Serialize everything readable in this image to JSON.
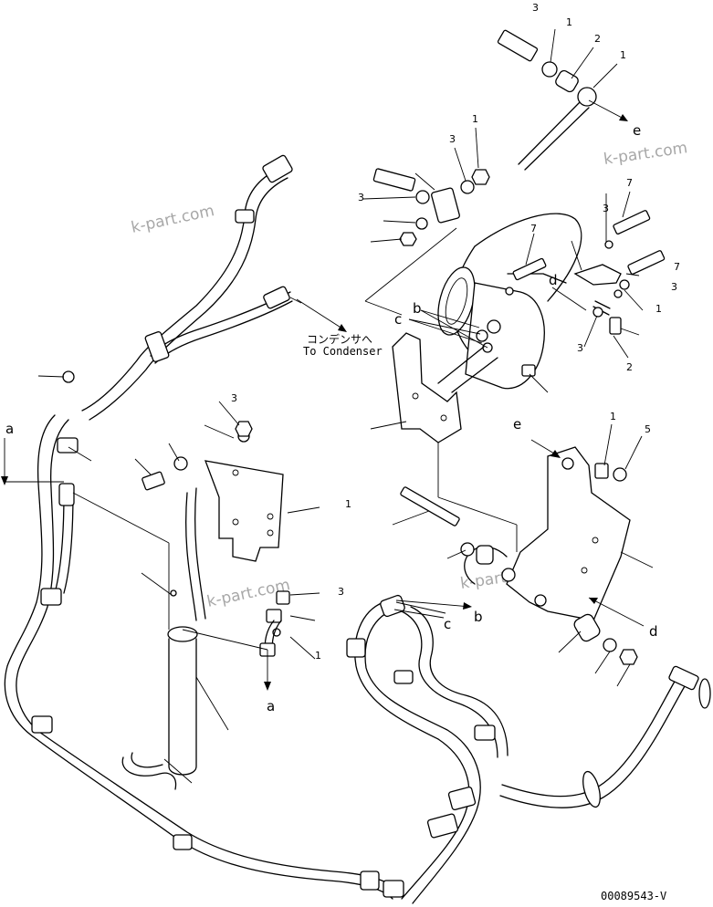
{
  "figure_id": "00089543-V",
  "watermark": "k-part.com",
  "condenser_note": {
    "japanese": "コンデンサへ",
    "english": "To Condenser"
  },
  "reference_letters": {
    "a": "a",
    "b": "b",
    "c": "c",
    "d": "d",
    "e": "e"
  },
  "part_numbers": {
    "p1": "1",
    "p2": "2",
    "p3": "3",
    "p5": "5",
    "p7": "7"
  }
}
